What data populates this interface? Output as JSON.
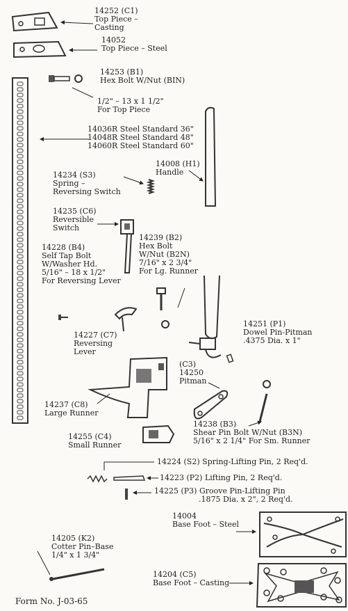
{
  "parts": {
    "c1": {
      "number": "14252 (C1)",
      "desc": [
        "Top Piece –",
        "Casting"
      ]
    },
    "top_steel": {
      "number": "14052",
      "desc": [
        "Top Piece – Steel"
      ]
    },
    "b1": {
      "number": "14253 (B1)",
      "desc": [
        "Hex Bolt W/Nut (BIN)"
      ]
    },
    "b1_size": {
      "lines": [
        "1/2\" – 13 x 1 1/2\"",
        "For Top Piece"
      ]
    },
    "standards": {
      "lines": [
        "14036R Steel Standard 36\"",
        "14048R Steel Standard 48\"",
        "14060R Steel Standard 60\""
      ]
    },
    "h1": {
      "number": "14008 (H1)",
      "desc": [
        "Handle"
      ]
    },
    "s3": {
      "number": "14234 (S3)",
      "desc": [
        "Spring –",
        "Reversing Switch"
      ]
    },
    "c6": {
      "number": "14235 (C6)",
      "desc": [
        "Reversible",
        "Switch"
      ]
    },
    "b2": {
      "number": "14239 (B2)",
      "desc": [
        "Hex Bolt",
        "W/Nut (B2N)",
        "7/16\" x 2 3/4\"",
        "For Lg. Runner"
      ]
    },
    "b4": {
      "number": "14228 (B4)",
      "desc": [
        "Self Tap Bolt",
        "W/Washer Hd.",
        "5/16\" – 18 x 1/2\"",
        "For Reversing Lever"
      ]
    },
    "p1": {
      "number": "14251 (P1)",
      "desc": [
        "Dowel Pin-Pitman",
        ".4375 Dia. x 1\""
      ]
    },
    "c7": {
      "number": "14227 (C7)",
      "desc": [
        "Reversing",
        "Lever"
      ]
    },
    "c3": {
      "number": "(C3)",
      "desc": [
        "14250",
        "Pitman"
      ]
    },
    "c8": {
      "number": "14237 (C8)",
      "desc": [
        "Large Runner"
      ]
    },
    "b3": {
      "number": "14238 (B3)",
      "desc": [
        "Shear Pin Bolt W/Nut (B3N)",
        "5/16\" x 2 1/4\" For Sm. Runner"
      ]
    },
    "c4": {
      "number": "14255 (C4)",
      "desc": [
        "Small Runner"
      ]
    },
    "s2": {
      "text": "14224 (S2) Spring-Lifting Pin, 2 Req'd."
    },
    "p2": {
      "text": "14223 (P2) Lifting Pin, 2 Req'd."
    },
    "p3": {
      "number": "14225 (P3) Groove Pin-Lifting Pin",
      "desc": [
        ".1875 Dia. x 2\", 2 Req'd."
      ]
    },
    "base_steel": {
      "number": "14004",
      "desc": [
        "Base Foot – Steel"
      ]
    },
    "k2": {
      "number": "14205 (K2)",
      "desc": [
        "Cotter Pin–Base",
        "1/4\" x 1 3/4\""
      ]
    },
    "c5": {
      "number": "14204 (C5)",
      "desc": [
        "Base Foot – Casting"
      ]
    }
  },
  "form_number": "Form No. J-03-65"
}
